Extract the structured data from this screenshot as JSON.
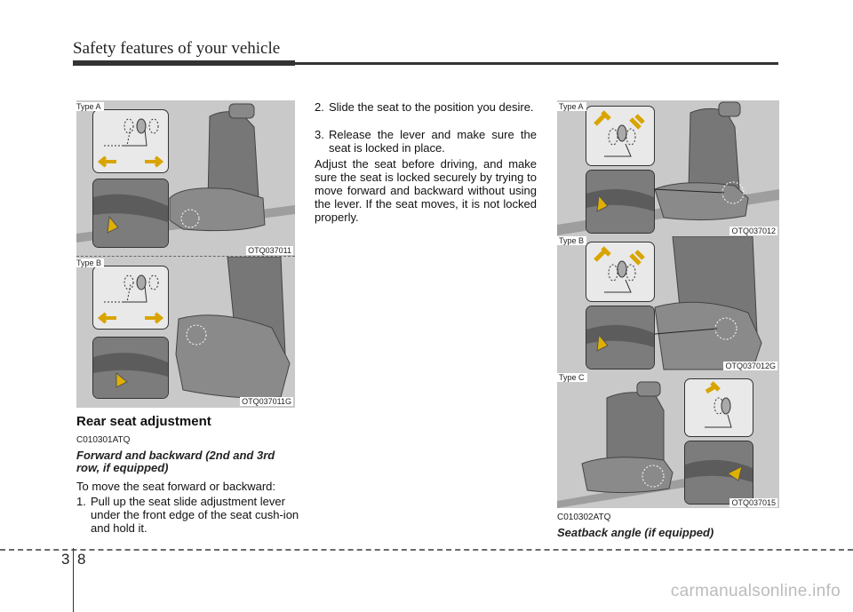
{
  "header": {
    "title": "Safety features of your vehicle"
  },
  "figures": {
    "left_top": {
      "type_label": "Type A",
      "code": "OTQ037011"
    },
    "left_bottom": {
      "type_label": "Type B",
      "code": "OTQ037011G"
    },
    "right_top": {
      "type_label": "Type A",
      "code": "OTQ037012"
    },
    "right_middle": {
      "type_label": "Type B",
      "code": "OTQ037012G"
    },
    "right_bottom": {
      "type_label": "Type C",
      "code": "OTQ037015"
    }
  },
  "section": {
    "heading": "Rear seat adjustment",
    "code": "C010301ATQ",
    "subheading": "Forward and backward (2nd and 3rd row, if equipped)",
    "intro": "To move the seat forward or backward:",
    "steps": [
      {
        "num": "1.",
        "text": "Pull up the seat slide adjustment lever under the front edge of the seat cush-ion and hold it."
      },
      {
        "num": "2.",
        "text": "Slide the seat to the position you desire."
      },
      {
        "num": "3.",
        "text": "Release the lever and make sure the seat is locked in place."
      }
    ],
    "note": "Adjust the seat before driving, and make sure the seat is locked securely by trying to move forward and backward without using the lever. If the seat moves, it is not locked properly."
  },
  "section2": {
    "code": "C010302ATQ",
    "subheading": "Seatback angle (if equipped)"
  },
  "footer": {
    "chapter": "3",
    "page": "8",
    "watermark": "carmanualsonline.info"
  }
}
